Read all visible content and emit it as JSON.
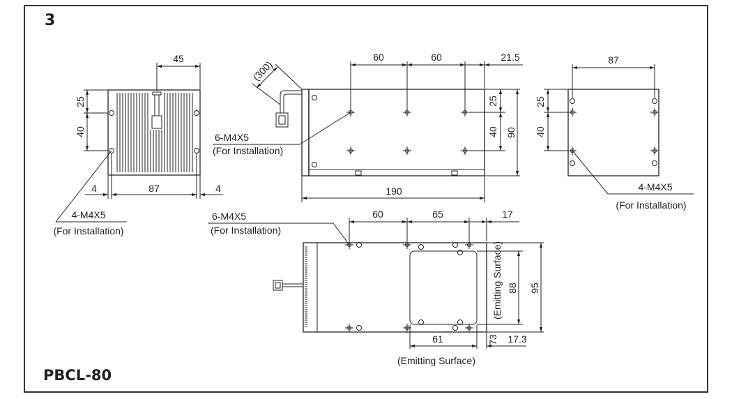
{
  "figure": {
    "number": "3",
    "model": "PBCL-80"
  },
  "left_view": {
    "dim_top": "45",
    "dim_v1": "25",
    "dim_v2": "40",
    "dim_b_left": "4",
    "dim_b_mid": "87",
    "dim_b_right": "4",
    "hole_note": "4-M4X5",
    "hole_note2": "(For Installation)"
  },
  "front_view": {
    "dim_cable": "(300)",
    "dim_t1": "60",
    "dim_t2": "60",
    "dim_t3": "21.5",
    "dim_v1": "25",
    "dim_v2": "40",
    "dim_h": "90",
    "dim_w": "190",
    "hole_note": "6-M4X5",
    "hole_note2": "(For Installation)"
  },
  "right_view": {
    "dim_top": "87",
    "dim_v1": "25",
    "dim_v2": "40",
    "hole_note": "4-M4X5",
    "hole_note2": "(For Installation)"
  },
  "top_view": {
    "hole_note": "6-M4X5",
    "hole_note2": "(For Installation)",
    "dim_t1": "60",
    "dim_t2": "65",
    "dim_t3": "17",
    "emit_label_v": "(Emitting Surface)",
    "dim_emit_h": "88",
    "dim_h": "95",
    "dim_emit_w": "61",
    "dim_73": "73",
    "dim_173": "17.3",
    "emit_label_h": "(Emitting Surface)"
  }
}
